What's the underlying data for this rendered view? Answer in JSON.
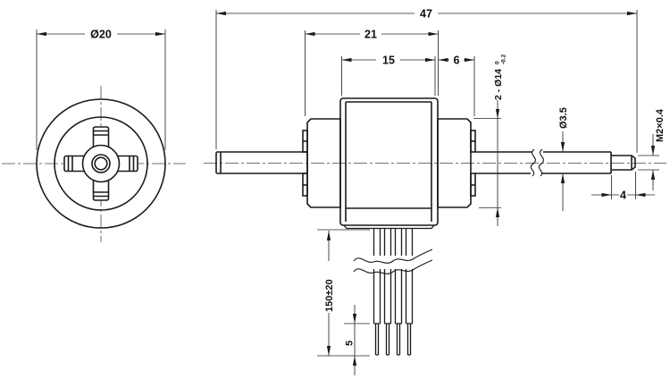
{
  "drawing": {
    "type": "motor-outline-dimension-drawing",
    "colors": {
      "line": "#1a1a1a",
      "thin_line": "#2a2a2a",
      "background": "#ffffff"
    },
    "front_view": {
      "outer_diameter": "Ø20"
    },
    "side_view": {
      "overall_length": "47",
      "body_plus_bearing_length": "21",
      "body_length": "15",
      "bearing_width": "6",
      "bearing_diameter": "2 - Ø14",
      "bearing_diameter_tol_upper": "0",
      "bearing_diameter_tol_lower": "-0.2",
      "shaft_diameter": "Ø3.5",
      "thread_spec": "M2×0.4",
      "thread_length": "4"
    },
    "leads": {
      "length": "150±20",
      "strip_length": "5",
      "wire_count": 4
    }
  }
}
